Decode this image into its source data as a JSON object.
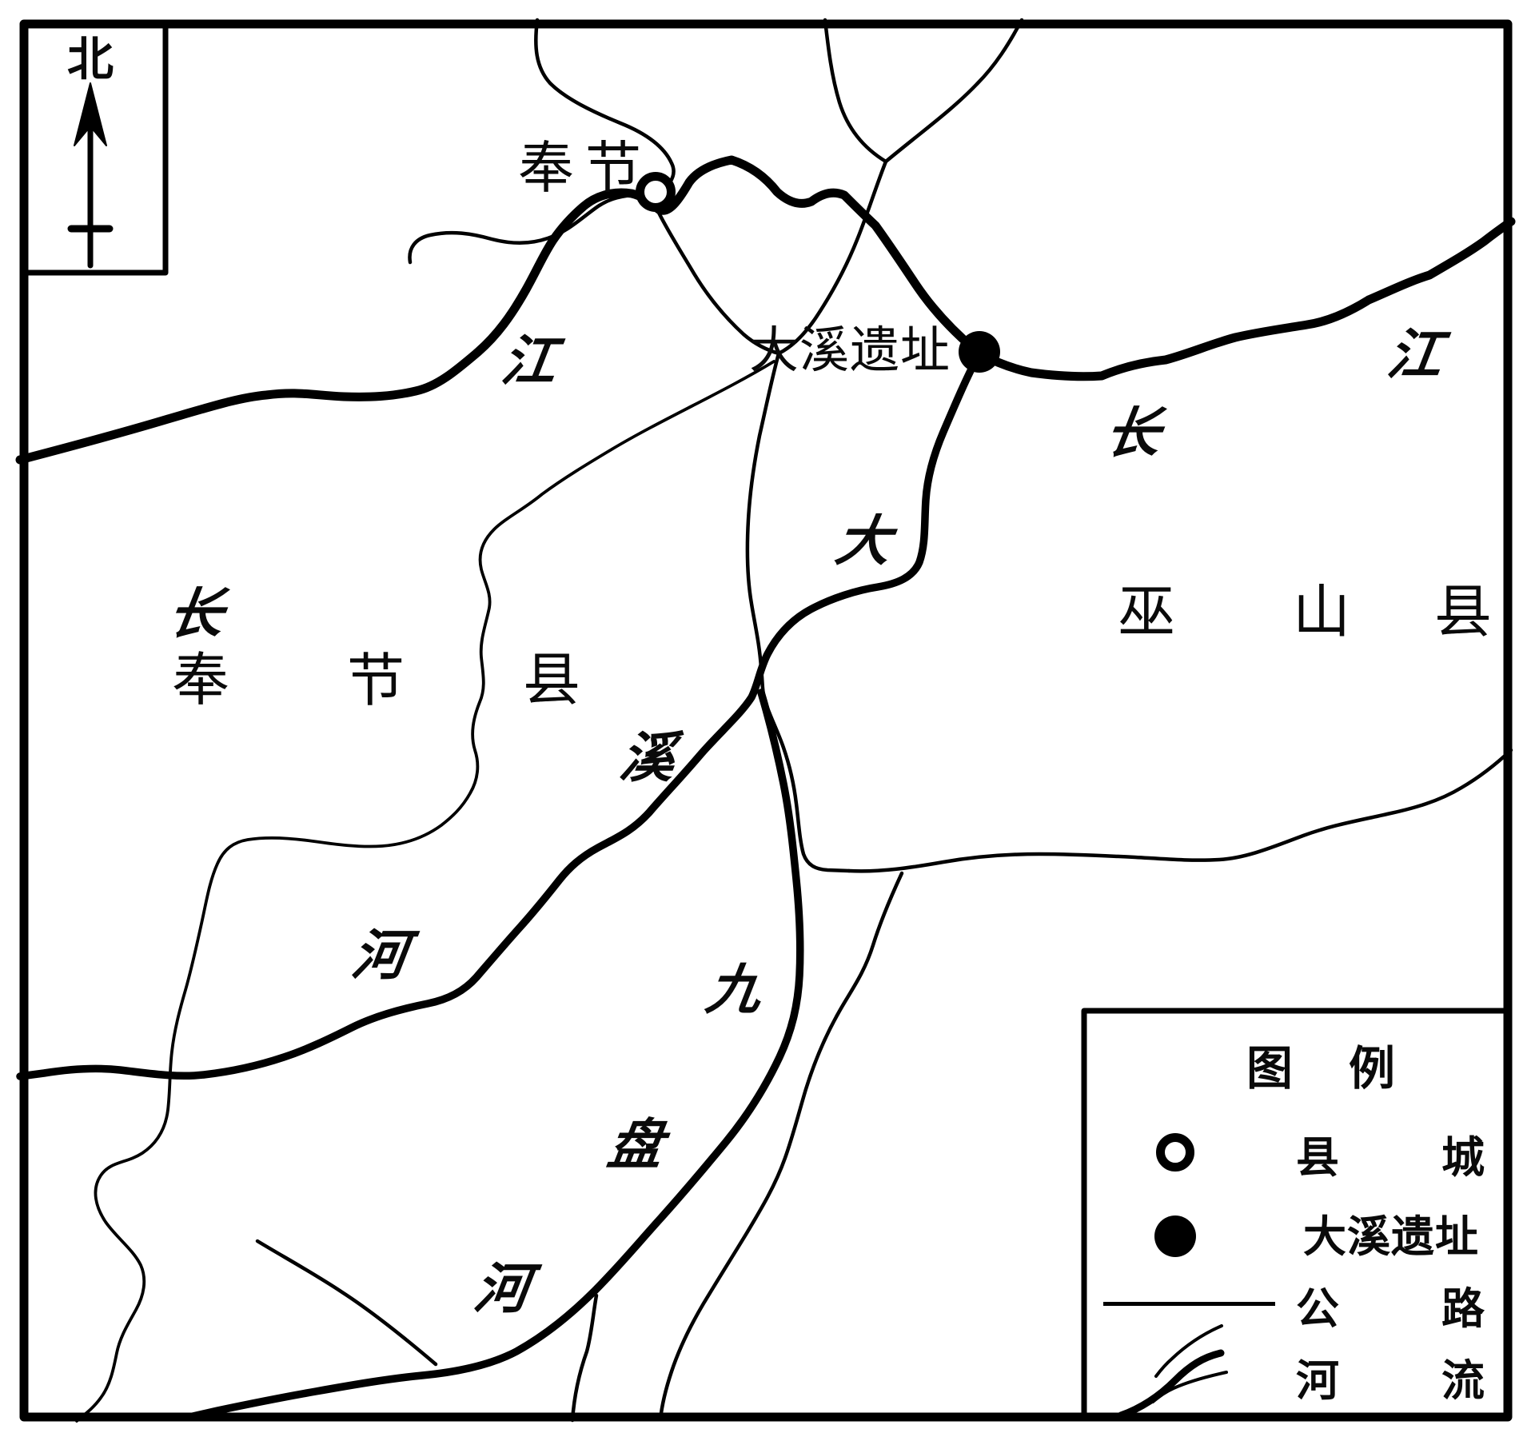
{
  "compass": {
    "north_label": "北"
  },
  "markers": {
    "fengjie_town": {
      "label": "奉节"
    },
    "daxi_site": {
      "label": "大溪遗址"
    }
  },
  "rivers": {
    "yangtze_west": {
      "name": "长江",
      "chars": [
        "长",
        "江"
      ]
    },
    "yangtze_east": {
      "name": "长江",
      "chars": [
        "长",
        "江"
      ]
    },
    "daxi_river": {
      "name": "大溪河",
      "chars": [
        "大",
        "溪",
        "河"
      ]
    },
    "jiupan_river": {
      "name": "九盘河",
      "chars": [
        "九",
        "盘",
        "河"
      ]
    }
  },
  "counties": {
    "fengjie": {
      "name": "奉节县",
      "chars": [
        "奉",
        "节",
        "县"
      ]
    },
    "wushan": {
      "name": "巫山县",
      "chars": [
        "巫",
        "山",
        "县"
      ]
    }
  },
  "legend": {
    "title": "图例",
    "title_chars": [
      "图",
      "例"
    ],
    "items": [
      {
        "id": "county-town",
        "symbol": "open-circle",
        "label": "县城",
        "label_chars": [
          "县",
          "城"
        ]
      },
      {
        "id": "daxi-site",
        "symbol": "filled-circle",
        "label": "大溪遗址",
        "label_chars": [
          "大",
          "溪",
          "遗",
          "址"
        ]
      },
      {
        "id": "road",
        "symbol": "thin-line",
        "label": "公路",
        "label_chars": [
          "公",
          "路"
        ]
      },
      {
        "id": "river",
        "symbol": "branching-river",
        "label": "河流",
        "label_chars": [
          "河",
          "流"
        ]
      }
    ]
  },
  "colors": {
    "ink": "#000000",
    "paper": "#ffffff"
  }
}
